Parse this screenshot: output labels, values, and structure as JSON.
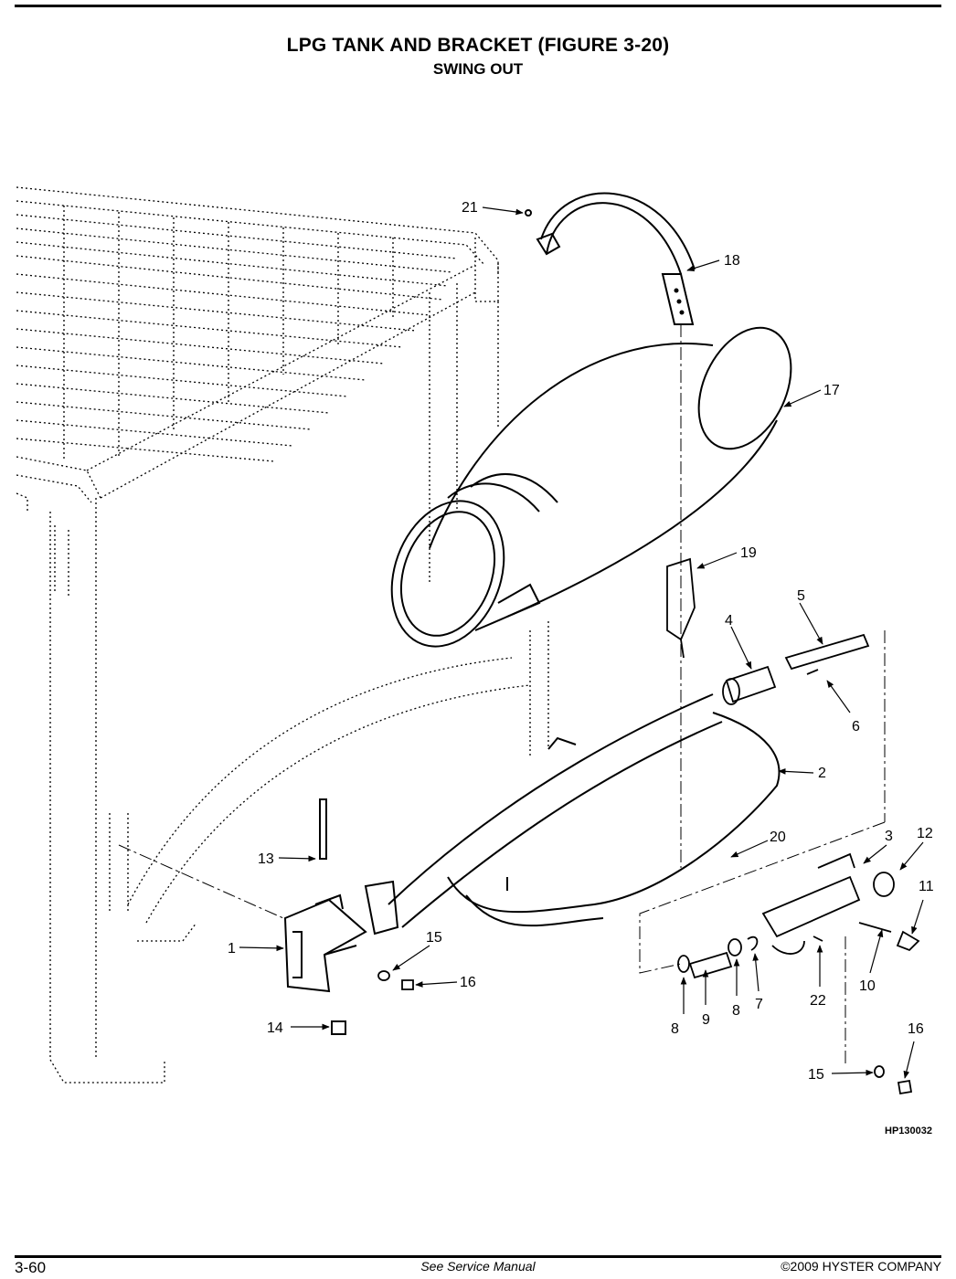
{
  "header": {
    "title": "LPG TANK AND BRACKET (FIGURE 3-20)",
    "subtitle": "SWING OUT"
  },
  "callouts": {
    "c1": "1",
    "c2": "2",
    "c3": "3",
    "c4": "4",
    "c5": "5",
    "c6": "6",
    "c7": "7",
    "c8a": "8",
    "c8b": "8",
    "c9": "9",
    "c10": "10",
    "c11": "11",
    "c12": "12",
    "c13": "13",
    "c14": "14",
    "c15a": "15",
    "c15b": "15",
    "c16a": "16",
    "c16b": "16",
    "c17": "17",
    "c18": "18",
    "c19": "19",
    "c20": "20",
    "c21": "21",
    "c22": "22"
  },
  "figure_code": "HP130032",
  "footer": {
    "page_number": "3-60",
    "note": "See Service Manual",
    "copyright": "©2009 HYSTER COMPANY"
  }
}
